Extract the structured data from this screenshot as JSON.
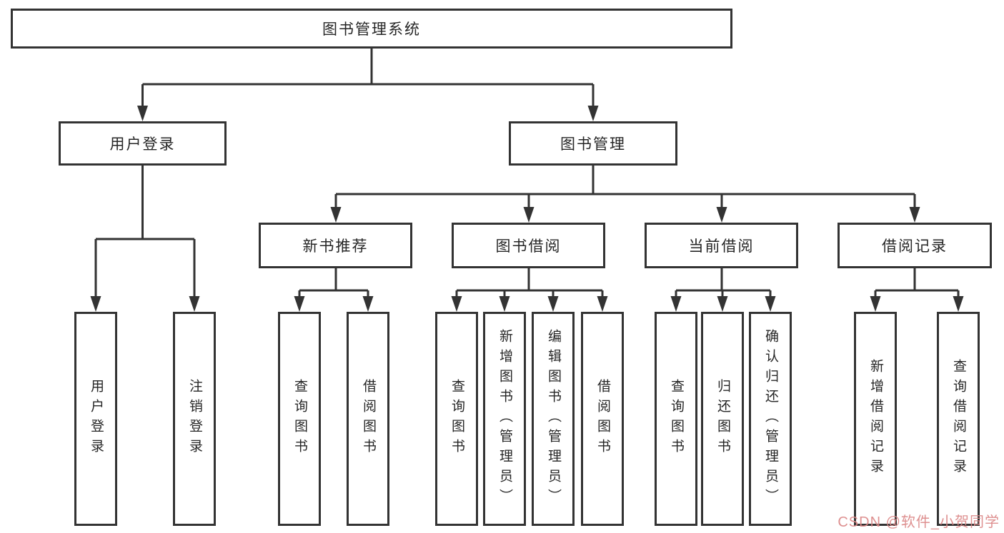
{
  "diagram_title": "图书管理系统",
  "tree": {
    "label": "图书管理系统",
    "children": [
      {
        "label": "用户登录",
        "children": [
          {
            "label": "用户登录"
          },
          {
            "label": "注销登录"
          }
        ]
      },
      {
        "label": "图书管理",
        "children": [
          {
            "label": "新书推荐",
            "children": [
              {
                "label": "查询图书"
              },
              {
                "label": "借阅图书"
              }
            ]
          },
          {
            "label": "图书借阅",
            "children": [
              {
                "label": "查询图书"
              },
              {
                "label": "新增图书（管理员）"
              },
              {
                "label": "编辑图书（管理员）"
              },
              {
                "label": "借阅图书"
              }
            ]
          },
          {
            "label": "当前借阅",
            "children": [
              {
                "label": "查询图书"
              },
              {
                "label": "归还图书"
              },
              {
                "label": "确认归还（管理员）"
              }
            ]
          },
          {
            "label": "借阅记录",
            "children": [
              {
                "label": "新增借阅记录"
              },
              {
                "label": "查询借阅记录"
              }
            ]
          }
        ]
      }
    ]
  },
  "watermark": {
    "text": "CSDN @软件_小贺同学",
    "color": "#db8787"
  },
  "colors": {
    "line": "#333333",
    "box_border": "#333333",
    "text": "#262626",
    "background": "#ffffff"
  }
}
